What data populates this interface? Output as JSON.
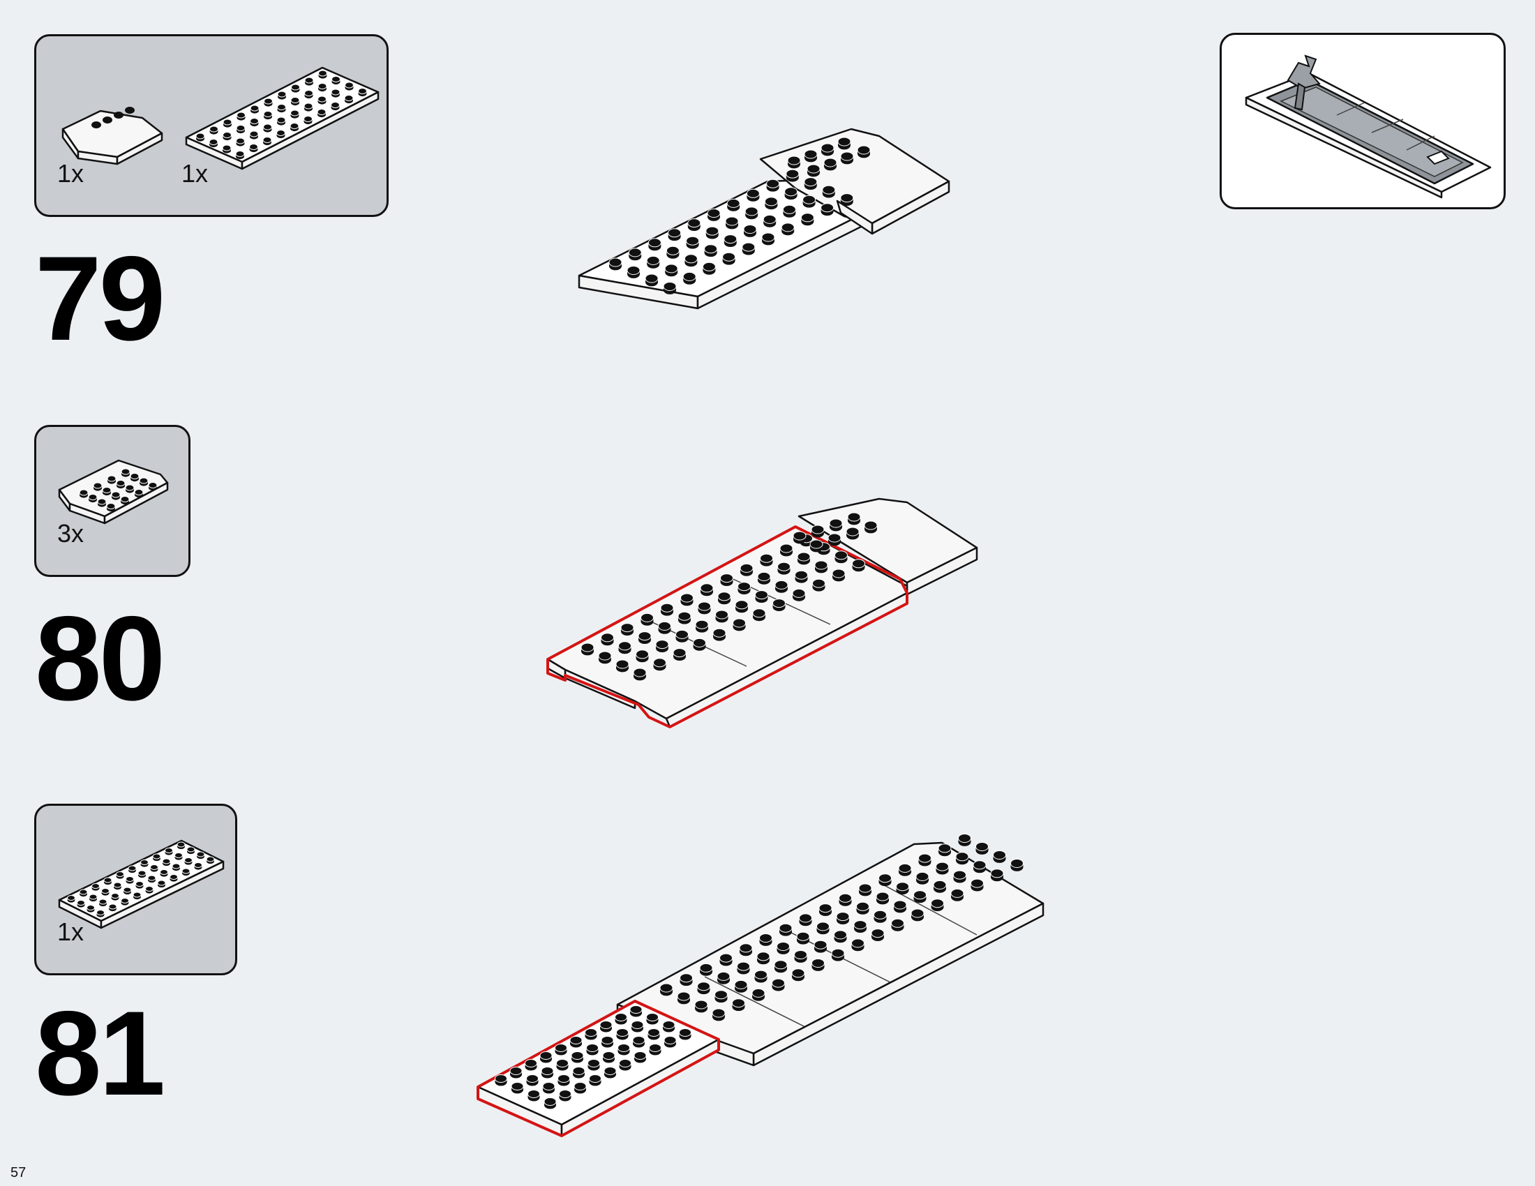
{
  "page": {
    "number": "57"
  },
  "steps": [
    {
      "number": "79",
      "parts": [
        {
          "qty": "1x",
          "part": "slope-2x4-curved"
        },
        {
          "qty": "1x",
          "part": "plate-4x10"
        }
      ]
    },
    {
      "number": "80",
      "parts": [
        {
          "qty": "3x",
          "part": "slope-4x4-curved"
        }
      ]
    },
    {
      "number": "81",
      "parts": [
        {
          "qty": "1x",
          "part": "plate-4x10"
        }
      ]
    }
  ],
  "colors": {
    "highlight": "#d41414",
    "callout_bg": "#c9cdd1",
    "page_bg": "#edf0f3"
  }
}
